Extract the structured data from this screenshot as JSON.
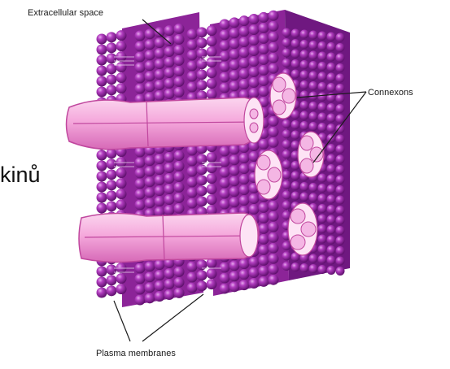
{
  "labels": {
    "extracellular_space": "Extracellular space",
    "connexons": "Connexons",
    "plasma_membranes": "Plasma membranes"
  },
  "side_text": "kinů",
  "colors": {
    "membrane_dark": "#7a1a86",
    "membrane_mid": "#a02aad",
    "membrane_light": "#c85cd2",
    "channel_pink": "#f4b6e4",
    "channel_light": "#fde3f5",
    "channel_edge": "#c0479e"
  }
}
